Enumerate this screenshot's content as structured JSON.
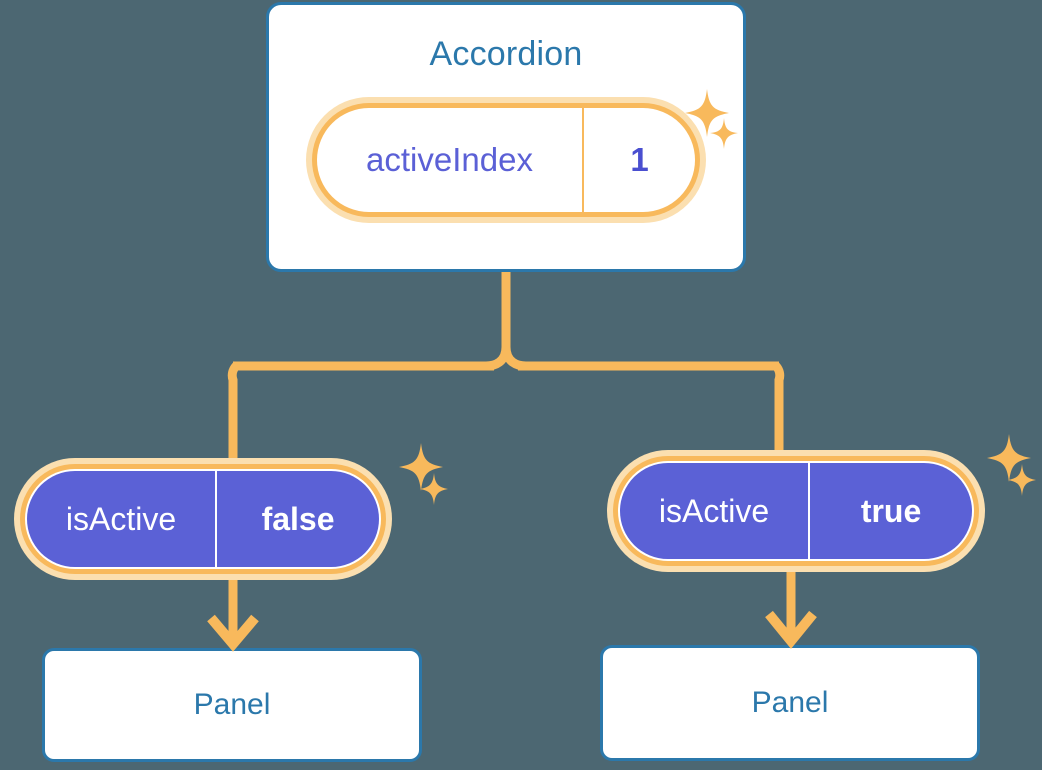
{
  "theme": {
    "background": "#4c6772",
    "card_border": "#2b78ab",
    "card_fill": "#ffffff",
    "title_text": "#2b78ab",
    "pill_ring": "#f8b95c",
    "pill_halo": "#fbdfb0",
    "pill_fill_indigo": "#5b61d6",
    "pill_text_indigo": "#5b60d6",
    "connector": "#f8b95c",
    "sparkle": "#f8b95c"
  },
  "diagram": {
    "type": "component-state-tree",
    "root": {
      "title": "Accordion",
      "state": {
        "key": "activeIndex",
        "value": "1"
      },
      "has_sparkle": true
    },
    "children": [
      {
        "state": {
          "key": "isActive",
          "value": "false"
        },
        "has_sparkle": true,
        "panel": {
          "title": "Panel"
        }
      },
      {
        "state": {
          "key": "isActive",
          "value": "true"
        },
        "has_sparkle": true,
        "panel": {
          "title": "Panel"
        }
      }
    ]
  },
  "icons": {
    "sparkle_large": "sparkle-icon",
    "sparkle_small": "sparkle-small-icon",
    "arrow_down": "arrow-down-icon"
  }
}
